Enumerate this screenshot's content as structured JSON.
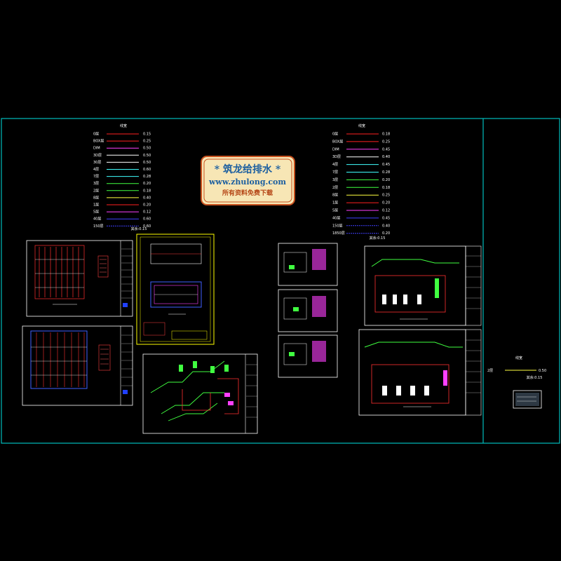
{
  "colors": {
    "background": "#000000",
    "frame": "#00bcbc",
    "sheet_border": "#ffffff",
    "sheet_yellow": "#ffff00",
    "watermark_bg": "#f7e6b5",
    "watermark_border": "#c8501e",
    "watermark_title": "#1c5fa0",
    "watermark_text": "#b44414"
  },
  "watermark": {
    "title": "* 筑龙给排水 *",
    "url": "www.zhulong.com",
    "subtitle": "所有资料免费下载"
  },
  "legend_left": {
    "title": "线宽",
    "footnote": "其余:0.15",
    "rows": [
      {
        "label": "0层",
        "value": "0.15",
        "color": "#ff2020"
      },
      {
        "label": "BOX层",
        "value": "0.25",
        "color": "#ff2020"
      },
      {
        "label": "DIM",
        "value": "0.50",
        "color": "#ff40ff"
      },
      {
        "label": "3D层",
        "value": "0.50",
        "color": "#ffffff"
      },
      {
        "label": "30层",
        "value": "0.50",
        "color": "#ffffff"
      },
      {
        "label": "4层",
        "value": "0.60",
        "color": "#40ffff"
      },
      {
        "label": "7层",
        "value": "0.28",
        "color": "#40ffff"
      },
      {
        "label": "3层",
        "value": "0.20",
        "color": "#40ff40"
      },
      {
        "label": "2层",
        "value": "0.18",
        "color": "#40ff40"
      },
      {
        "label": "8层",
        "value": "0.40",
        "color": "#ffff40"
      },
      {
        "label": "1层",
        "value": "0.20",
        "color": "#ff2020"
      },
      {
        "label": "5层",
        "value": "0.12",
        "color": "#ff40ff"
      },
      {
        "label": "40层",
        "value": "0.60",
        "color": "#4040ff"
      },
      {
        "label": "150层",
        "value": "0.60",
        "color": "#4040ff"
      }
    ]
  },
  "legend_right": {
    "title": "线宽",
    "footnote": "其余:0.15",
    "rows": [
      {
        "label": "0层",
        "value": "0.18",
        "color": "#ff2020"
      },
      {
        "label": "BOX层",
        "value": "0.25",
        "color": "#ff2020"
      },
      {
        "label": "DIM",
        "value": "0.45",
        "color": "#ff40ff"
      },
      {
        "label": "3D层",
        "value": "0.40",
        "color": "#ffffff"
      },
      {
        "label": "4层",
        "value": "0.45",
        "color": "#40ffff"
      },
      {
        "label": "7层",
        "value": "0.28",
        "color": "#40ffff"
      },
      {
        "label": "3层",
        "value": "0.20",
        "color": "#40ff40"
      },
      {
        "label": "2层",
        "value": "0.18",
        "color": "#40ff40"
      },
      {
        "label": "8层",
        "value": "0.25",
        "color": "#ffff40"
      },
      {
        "label": "1层",
        "value": "0.20",
        "color": "#ff2020"
      },
      {
        "label": "5层",
        "value": "0.12",
        "color": "#ff40ff"
      },
      {
        "label": "40层",
        "value": "0.45",
        "color": "#4040ff"
      },
      {
        "label": "150层",
        "value": "0.40",
        "color": "#4040ff"
      },
      {
        "label": "1850层",
        "value": "0.20",
        "color": "#4040ff"
      }
    ]
  },
  "legend_small": {
    "title": "线宽",
    "row": {
      "label": "2层",
      "value": "0.50",
      "color": "#ffff40"
    },
    "footnote": "其余:0.15"
  }
}
